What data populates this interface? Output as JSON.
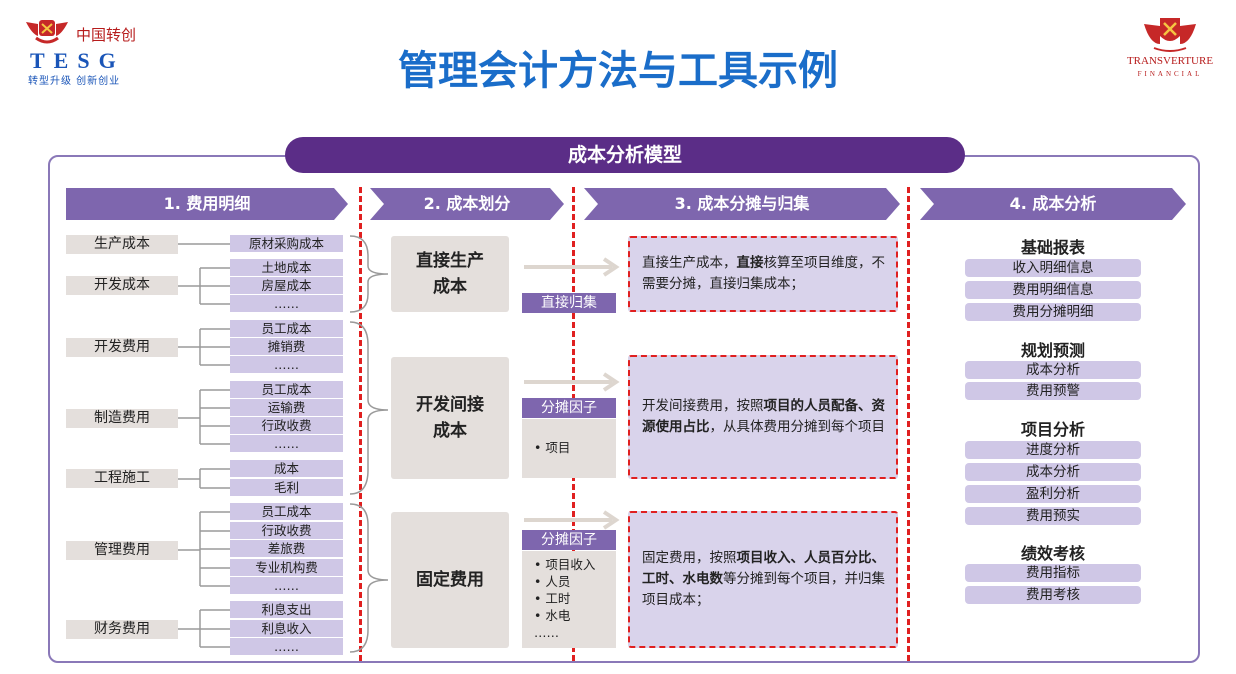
{
  "header": {
    "logo_left_cn": "中国转创",
    "logo_left_en": "TESG",
    "logo_left_sub": "转型升级 创新创业",
    "title": "管理会计方法与工具示例",
    "logo_right_en": "TRANSVERTURE",
    "logo_right_sub": "FINANCIAL"
  },
  "model_title": "成本分析模型",
  "columns": [
    "1. 费用明细",
    "2. 成本划分",
    "3. 成本分摊与归集",
    "4. 成本分析"
  ],
  "col1": {
    "categories": [
      "生产成本",
      "开发成本",
      "开发费用",
      "制造费用",
      "工程施工",
      "管理费用",
      "财务费用"
    ],
    "groups": [
      [
        "原材采购成本"
      ],
      [
        "土地成本",
        "房屋成本",
        "……"
      ],
      [
        "员工成本",
        "摊销费",
        "……"
      ],
      [
        "员工成本",
        "运输费",
        "行政收费",
        "……"
      ],
      [
        "成本",
        "毛利"
      ],
      [
        "员工成本",
        "行政收费",
        "差旅费",
        "专业机构费",
        "……"
      ],
      [
        "利息支出",
        "利息收入",
        "……"
      ]
    ]
  },
  "col2": {
    "boxes": [
      "直接生产\n成本",
      "开发间接\n成本",
      "固定费用"
    ],
    "tag_direct": "直接归集",
    "tag_factor1": "分摊因子",
    "factors1": [
      "• 项目"
    ],
    "tag_factor2": "分摊因子",
    "factors2": [
      "• 项目收入",
      "• 人员",
      "• 工时",
      "• 水电",
      "……"
    ]
  },
  "col3": {
    "box1": [
      [
        "直接生产成本，",
        false
      ],
      [
        "直接",
        true
      ],
      [
        "核算至项目维度，不需要分摊，直接归集成本；",
        false
      ]
    ],
    "box2": [
      [
        "开发间接费用，按照",
        false
      ],
      [
        "项目的人员配备、资源使用占比",
        true
      ],
      [
        "，从具体费用分摊到每个项目",
        false
      ]
    ],
    "box3": [
      [
        "固定费用，按照",
        false
      ],
      [
        "项目收入、人员百分比、工时、水电数",
        true
      ],
      [
        "等分摊到每个项目，并归集项目成本；",
        false
      ]
    ]
  },
  "col4": {
    "sections": [
      {
        "title": "基础报表",
        "items": [
          "收入明细信息",
          "费用明细信息",
          "费用分摊明细"
        ]
      },
      {
        "title": "规划预测",
        "items": [
          "成本分析",
          "费用预警"
        ]
      },
      {
        "title": "项目分析",
        "items": [
          "进度分析",
          "成本分析",
          "盈利分析",
          "费用预实"
        ]
      },
      {
        "title": "绩效考核",
        "items": [
          "费用指标",
          "费用考核"
        ]
      }
    ]
  },
  "colors": {
    "title_blue": "#1a6dc9",
    "model_purple": "#5b2d87",
    "chevron": "#7e66ae",
    "dash_red": "#e02020",
    "logo_red": "#b71c1c"
  }
}
